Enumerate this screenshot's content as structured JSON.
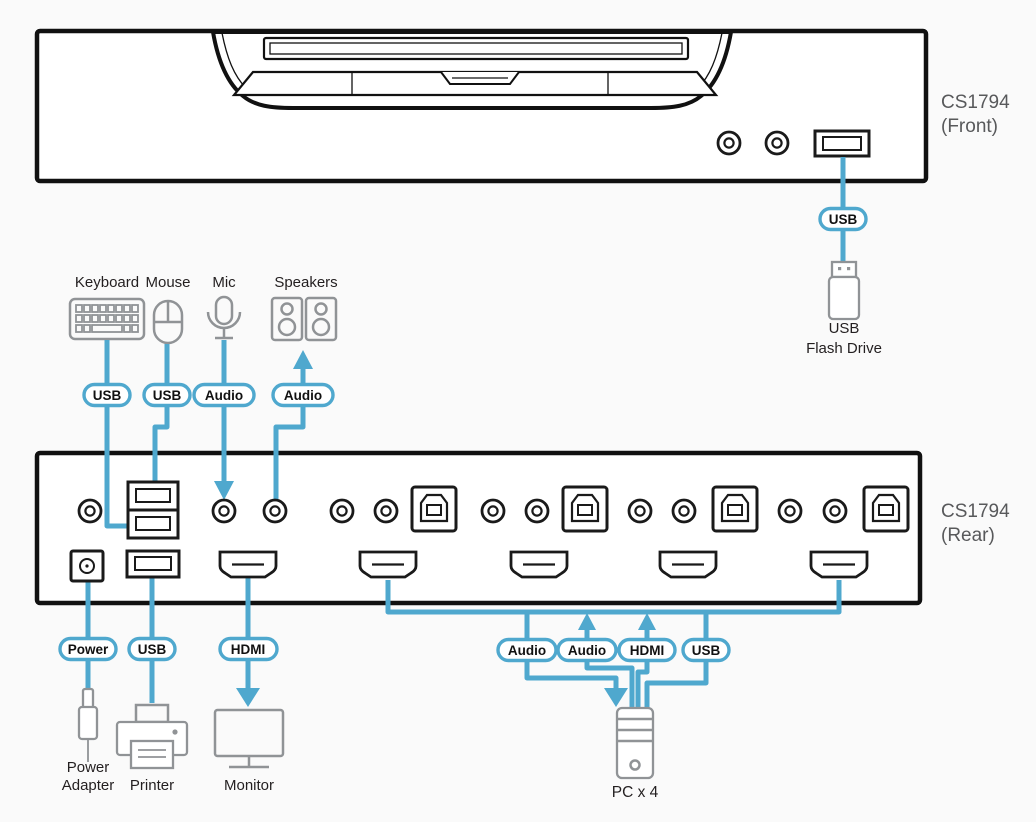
{
  "colors": {
    "accent_blue": "#4FA8CE",
    "icon_gray": "#909396",
    "label_text": "#231f20",
    "model_text": "#58595b",
    "outline": "#111111"
  },
  "front_device": {
    "model": "CS1794",
    "view": "(Front)"
  },
  "rear_device": {
    "model": "CS1794",
    "view": "(Rear)"
  },
  "console": {
    "keyboard_label": "Keyboard",
    "mouse_label": "Mouse",
    "mic_label": "Mic",
    "speakers_label": "Speakers",
    "keyboard_badge": "USB",
    "mouse_badge": "USB",
    "mic_badge": "Audio",
    "speakers_badge": "Audio"
  },
  "flash_drive": {
    "badge": "USB",
    "label_line1": "USB",
    "label_line2": "Flash Drive"
  },
  "power": {
    "badge": "Power",
    "label_line1": "Power",
    "label_line2": "Adapter"
  },
  "printer": {
    "badge": "USB",
    "label": "Printer"
  },
  "monitor": {
    "badge": "HDMI",
    "label": "Monitor"
  },
  "computers": {
    "audio_badge_1": "Audio",
    "audio_badge_2": "Audio",
    "hdmi_badge": "HDMI",
    "usb_badge": "USB",
    "label": "PC x 4"
  }
}
